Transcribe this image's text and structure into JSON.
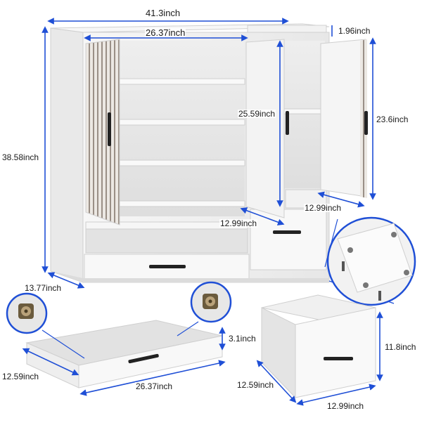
{
  "colors": {
    "dimension_line": "#1f4fd6",
    "cabinet_white": "#f4f4f4",
    "cabinet_edge": "#d6d6d6",
    "shelf_shadow": "#c9c9c9",
    "slat_dark": "#9a8f86",
    "slat_light": "#e8e4df",
    "handle": "#222222",
    "bracket_metal": "#8a7a5a"
  },
  "dimensions": {
    "cabinet_width": "41.3inch",
    "inner_width": "26.37inch",
    "top_height": "1.96inch",
    "cabinet_height": "38.58inch",
    "shelf_height": "25.59inch",
    "right_door_height": "23.6inch",
    "right_depth": "12.99inch",
    "middle_depth": "12.99inch",
    "cabinet_depth": "13.77inch",
    "drawer_height": "3.1inch",
    "drawer_depth": "12.59inch",
    "drawer_width": "26.37inch",
    "box_height": "11.8inch",
    "box_depth": "12.59inch",
    "box_width": "12.99inch"
  },
  "icons": {
    "wheel_left": "caster-wheel-icon",
    "wheel_right": "caster-wheel-icon",
    "base_detail": "leveling-foot-detail-icon"
  }
}
